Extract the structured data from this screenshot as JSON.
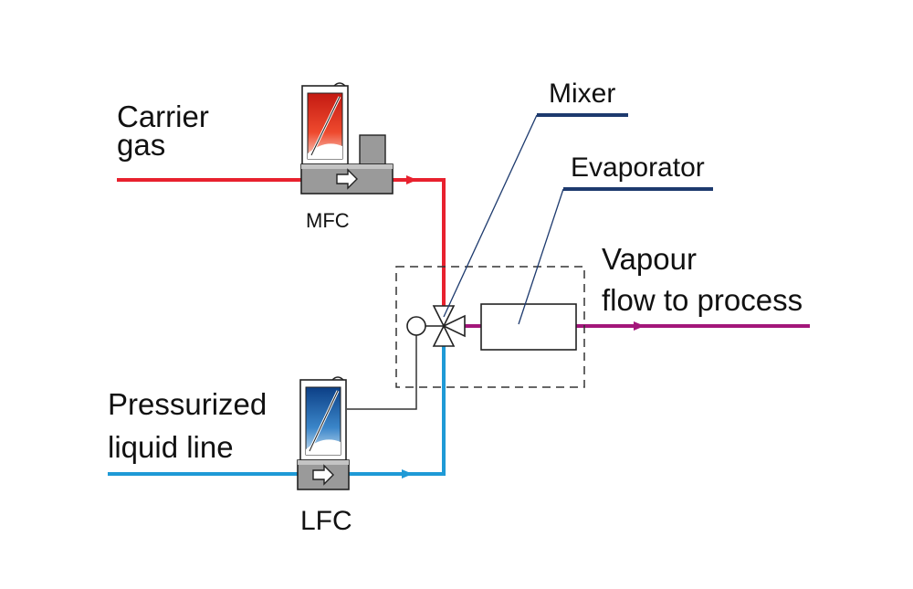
{
  "labels": {
    "carrier_gas_line1": "Carrier",
    "carrier_gas_line2": "gas",
    "mfc": "MFC",
    "mixer": "Mixer",
    "evaporator": "Evaporator",
    "vapour_line1": "Vapour",
    "vapour_line2": "flow to process",
    "pressurized_line1": "Pressurized",
    "pressurized_line2": "liquid line",
    "lfc": "LFC"
  },
  "colors": {
    "gas_line": "#e8212e",
    "liquid_line": "#1f9ad6",
    "vapour_line": "#a3167a",
    "leader_line": "#1d3a6e",
    "device_body": "#9a9a9a"
  }
}
